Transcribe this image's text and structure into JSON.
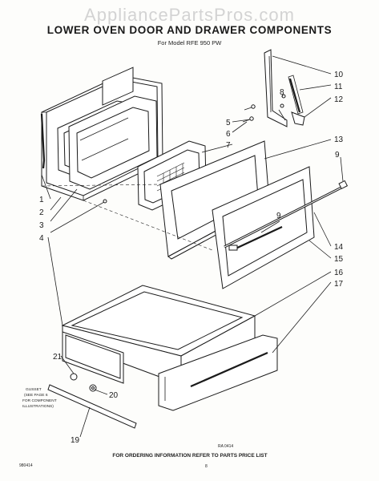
{
  "watermark": "AppliancePartsPros.com",
  "title": "LOWER OVEN DOOR AND DRAWER COMPONENTS",
  "model": "For Model RFE 950 PW",
  "callouts": {
    "c1": "1",
    "c2": "2",
    "c3": "3",
    "c4": "4",
    "c5": "5",
    "c6": "6",
    "c7": "7",
    "c8": "8",
    "c9a": "9",
    "c9b": "9",
    "c10": "10",
    "c11": "11",
    "c12": "12",
    "c13": "13",
    "c14": "14",
    "c15": "15",
    "c16": "16",
    "c17": "17",
    "c19": "19",
    "c20": "20",
    "c21": "21"
  },
  "gusset_note": [
    "GUSSET",
    "(SEE PAGE 6",
    "FOR COMPONENT",
    "ILLUSTRATIONS)"
  ],
  "drawing_code": "RA 0414",
  "footer": "FOR ORDERING INFORMATION REFER TO PARTS PRICE LIST",
  "doc_number": "980414",
  "page_number": "8"
}
